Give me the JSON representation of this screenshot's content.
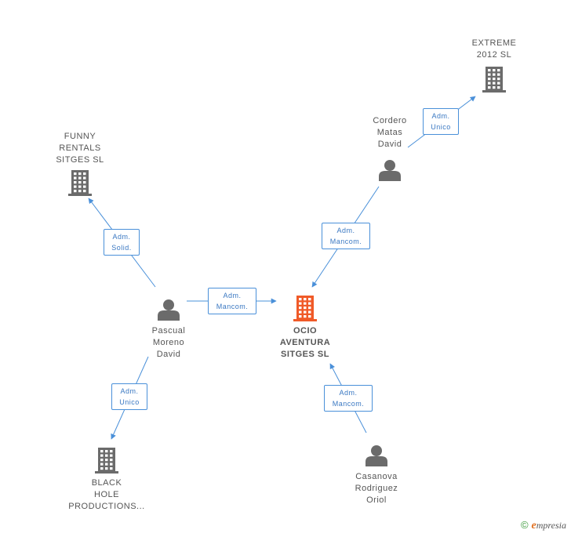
{
  "nodes": [
    {
      "id": "ocio",
      "type": "company",
      "main": true,
      "label": "OCIO\nAVENTURA\nSITGES  SL"
    },
    {
      "id": "funny",
      "type": "company",
      "label": "FUNNY\nRENTALS\nSITGES  SL"
    },
    {
      "id": "extreme",
      "type": "company",
      "label": "EXTREME\n2012 SL"
    },
    {
      "id": "black",
      "type": "company",
      "label": "BLACK\nHOLE\nPRODUCTIONS..."
    },
    {
      "id": "pascual",
      "type": "person",
      "label": "Pascual\nMoreno\nDavid"
    },
    {
      "id": "cordero",
      "type": "person",
      "label": "Cordero\nMatas\nDavid"
    },
    {
      "id": "casanova",
      "type": "person",
      "label": "Casanova\nRodriguez\nOriol"
    }
  ],
  "edges": [
    {
      "from": "pascual",
      "to": "funny",
      "label": "Adm.\nSolid."
    },
    {
      "from": "pascual",
      "to": "ocio",
      "label": "Adm.\nMancom."
    },
    {
      "from": "pascual",
      "to": "black",
      "label": "Adm.\nUnico"
    },
    {
      "from": "cordero",
      "to": "extreme",
      "label": "Adm.\nUnico"
    },
    {
      "from": "cordero",
      "to": "ocio",
      "label": "Adm.\nMancom."
    },
    {
      "from": "casanova",
      "to": "ocio",
      "label": "Adm.\nMancom."
    }
  ],
  "colors": {
    "edge": "#4a90d9",
    "company": "#6b6b6b",
    "main_company": "#f05a28",
    "person": "#6b6b6b"
  },
  "brand": {
    "copyright": "©",
    "name_initial": "e",
    "name_rest": "mpresia"
  }
}
